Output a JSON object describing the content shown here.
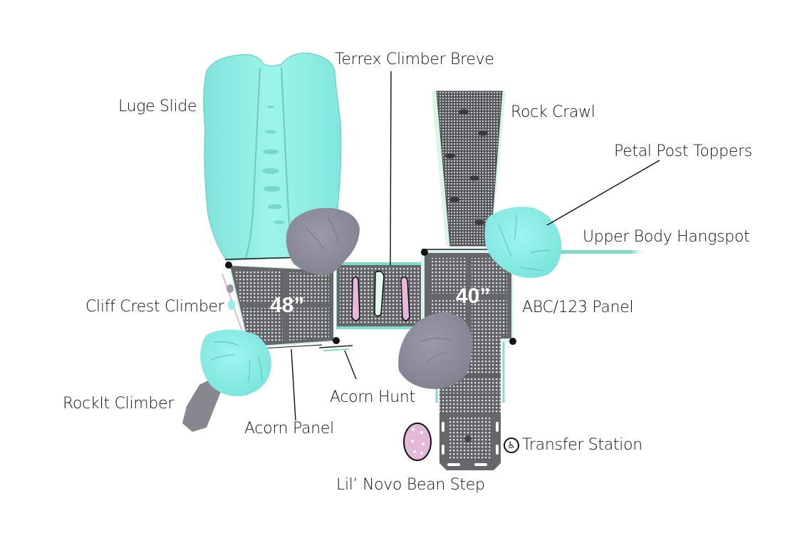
{
  "title": "Playground structure plan view",
  "labels": {
    "luge_slide": "Luge Slide",
    "terrex_climber_breve": "Terrex Climber Breve",
    "rock_crawl": "Rock Crawl",
    "petal_post_toppers": "Petal Post Toppers",
    "upper_body_hangspot": "Upper Body Hangspot",
    "cliff_crest_climber": "Cliff Crest Climber",
    "abc_123_panel": "ABC/123 Panel",
    "rockit_climber": "RockIt Climber",
    "acorn_hunt": "Acorn Hunt",
    "acorn_panel": "Acorn Panel",
    "transfer_station": "Transfer Station",
    "lil_novo_bean_step": "Lil’ Novo Bean Step"
  },
  "deck_heights": {
    "left_deck": "48”",
    "right_deck": "40”"
  },
  "icons": {
    "transfer_station": "wheelchair-accessible-icon",
    "wheelchair_glyph": "♿"
  },
  "colors": {
    "slide_teal": "#8ff0e6",
    "deck_gray": "#6a6c70",
    "rock_gray": "#8f8f9e",
    "pink": "#e3b8d8",
    "mint": "#d7f6e4",
    "accent_teal": "#7fdcc9"
  }
}
